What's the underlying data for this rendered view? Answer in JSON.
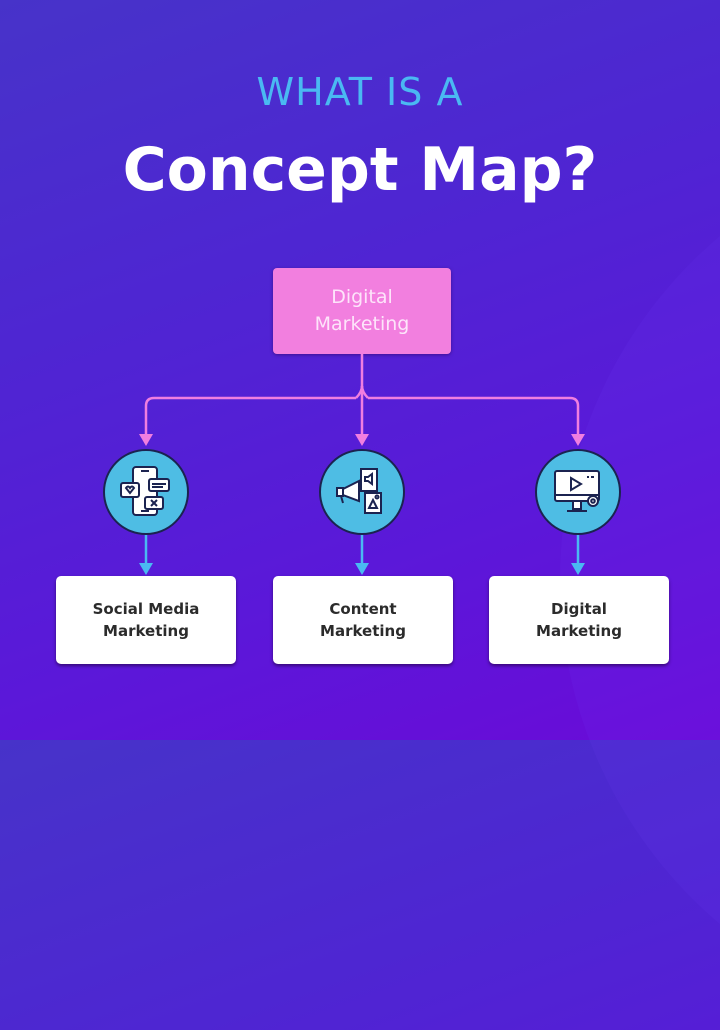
{
  "header": {
    "subtitle": "WHAT IS A",
    "title": "Concept Map?"
  },
  "root_node": {
    "line1": "Digital",
    "line2": "Marketing",
    "color": "#f27fdf"
  },
  "children": [
    {
      "icon": "social-media-phone-icon",
      "line1": "Social Media",
      "line2": "Marketing"
    },
    {
      "icon": "megaphone-content-icon",
      "line1": "Content",
      "line2": "Marketing"
    },
    {
      "icon": "video-monitor-icon",
      "line1": "Digital",
      "line2": "Marketing"
    }
  ],
  "colors": {
    "background": "#4e26d2",
    "subtitle": "#4ab9f2",
    "connector_top": "#f07ee0",
    "connector_bottom": "#4ab9f2",
    "icon_circle": "#4ebde4",
    "leaf_box": "#ffffff"
  }
}
